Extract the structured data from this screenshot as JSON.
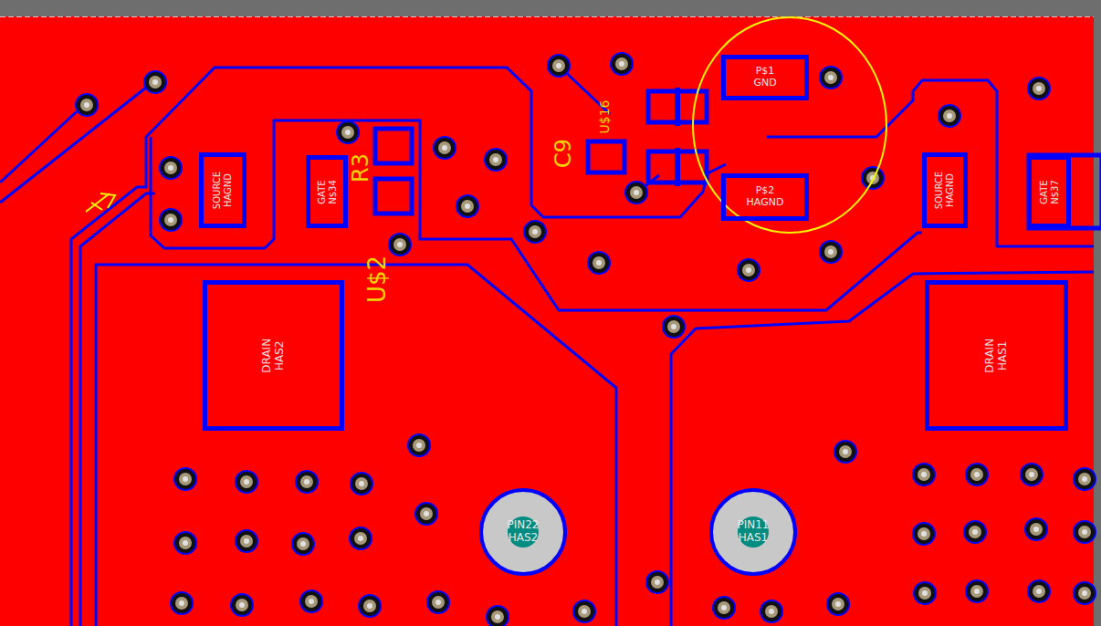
{
  "diagram": {
    "nodes": [
      {
        "text": [
          "P$1",
          "GND"
        ]
      },
      {
        "text": [
          "SOURCE",
          "HAGND"
        ]
      },
      {
        "text": [
          "GATE",
          "N$34"
        ]
      },
      {
        "text": [
          "P$2",
          "HAGND"
        ]
      },
      {
        "text": [
          "SOURCE",
          "HAGND"
        ]
      },
      {
        "text": [
          "GATE",
          "N$37"
        ]
      },
      {
        "text": [
          "DRAIN",
          "HAS2"
        ]
      },
      {
        "text": [
          "DRAIN",
          "HAS1"
        ]
      },
      {
        "text": [
          "PIN22",
          "HAS2"
        ]
      },
      {
        "text": [
          "PIN11",
          "HAS1"
        ]
      }
    ],
    "labels": [
      "U$16",
      "C9",
      "R3",
      "U$2"
    ]
  }
}
